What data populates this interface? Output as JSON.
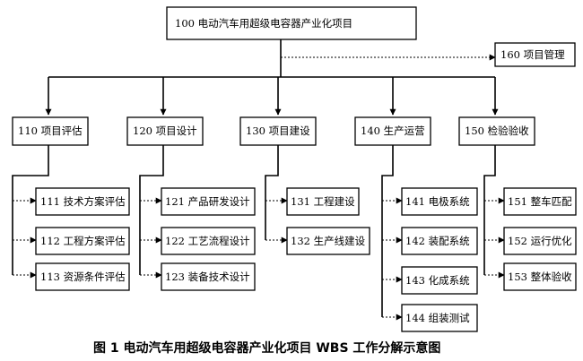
{
  "root": {
    "label": "100 电动汽车用超级电容器产业化项目"
  },
  "management": {
    "label": "160 项目管理"
  },
  "branches": [
    {
      "label": "110 项目评估",
      "children": [
        "111 技术方案评估",
        "112 工程方案评估",
        "113 资源条件评估"
      ]
    },
    {
      "label": "120 项目设计",
      "children": [
        "121 产品研发设计",
        "122 工艺流程设计",
        "123 装备技术设计"
      ]
    },
    {
      "label": "130 项目建设",
      "children": [
        "131 工程建设",
        "132 生产线建设"
      ]
    },
    {
      "label": "140 生产运营",
      "children": [
        "141 电极系统",
        "142 装配系统",
        "143 化成系统",
        "144 组装测试"
      ]
    },
    {
      "label": "150 检验验收",
      "children": [
        "151 整车匹配",
        "152 运行优化",
        "153 整体验收"
      ]
    }
  ],
  "caption": "图 1  电动汽车用超级电容器产业化项目 WBS 工作分解示意图"
}
